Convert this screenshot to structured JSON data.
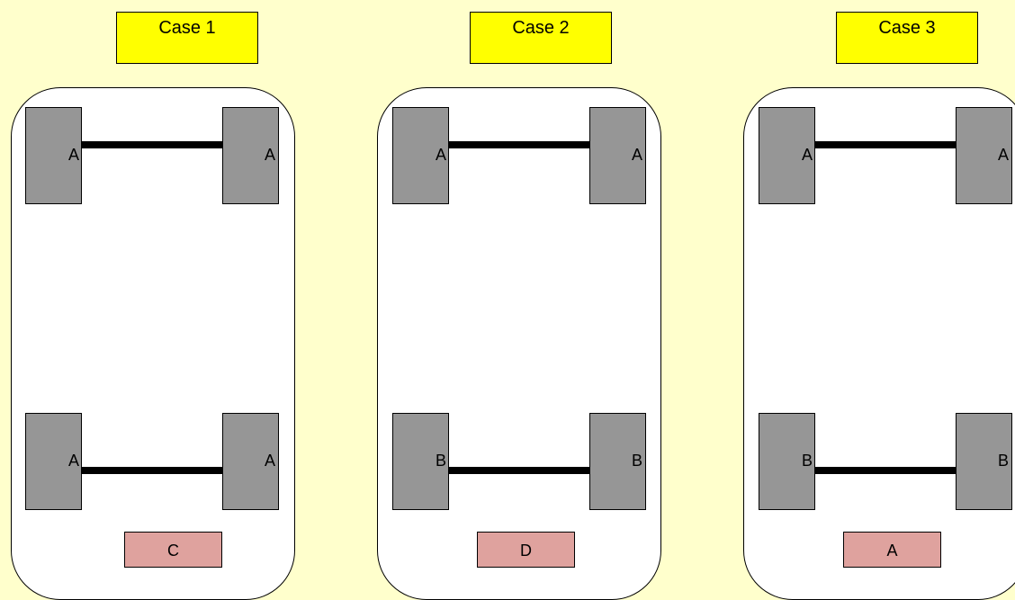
{
  "cases": [
    {
      "title": "Case 1",
      "front_left": "A",
      "front_right": "A",
      "rear_left": "A",
      "rear_right": "A",
      "badge": "C"
    },
    {
      "title": "Case 2",
      "front_left": "A",
      "front_right": "A",
      "rear_left": "B",
      "rear_right": "B",
      "badge": "D"
    },
    {
      "title": "Case 3",
      "front_left": "A",
      "front_right": "A",
      "rear_left": "B",
      "rear_right": "B",
      "badge": "A"
    }
  ],
  "colors": {
    "background": "#ffffcc",
    "case_label": "#ffff00",
    "car_body": "#ffffff",
    "tire": "#969696",
    "axle": "#000000",
    "badge": "#dfa29e"
  }
}
